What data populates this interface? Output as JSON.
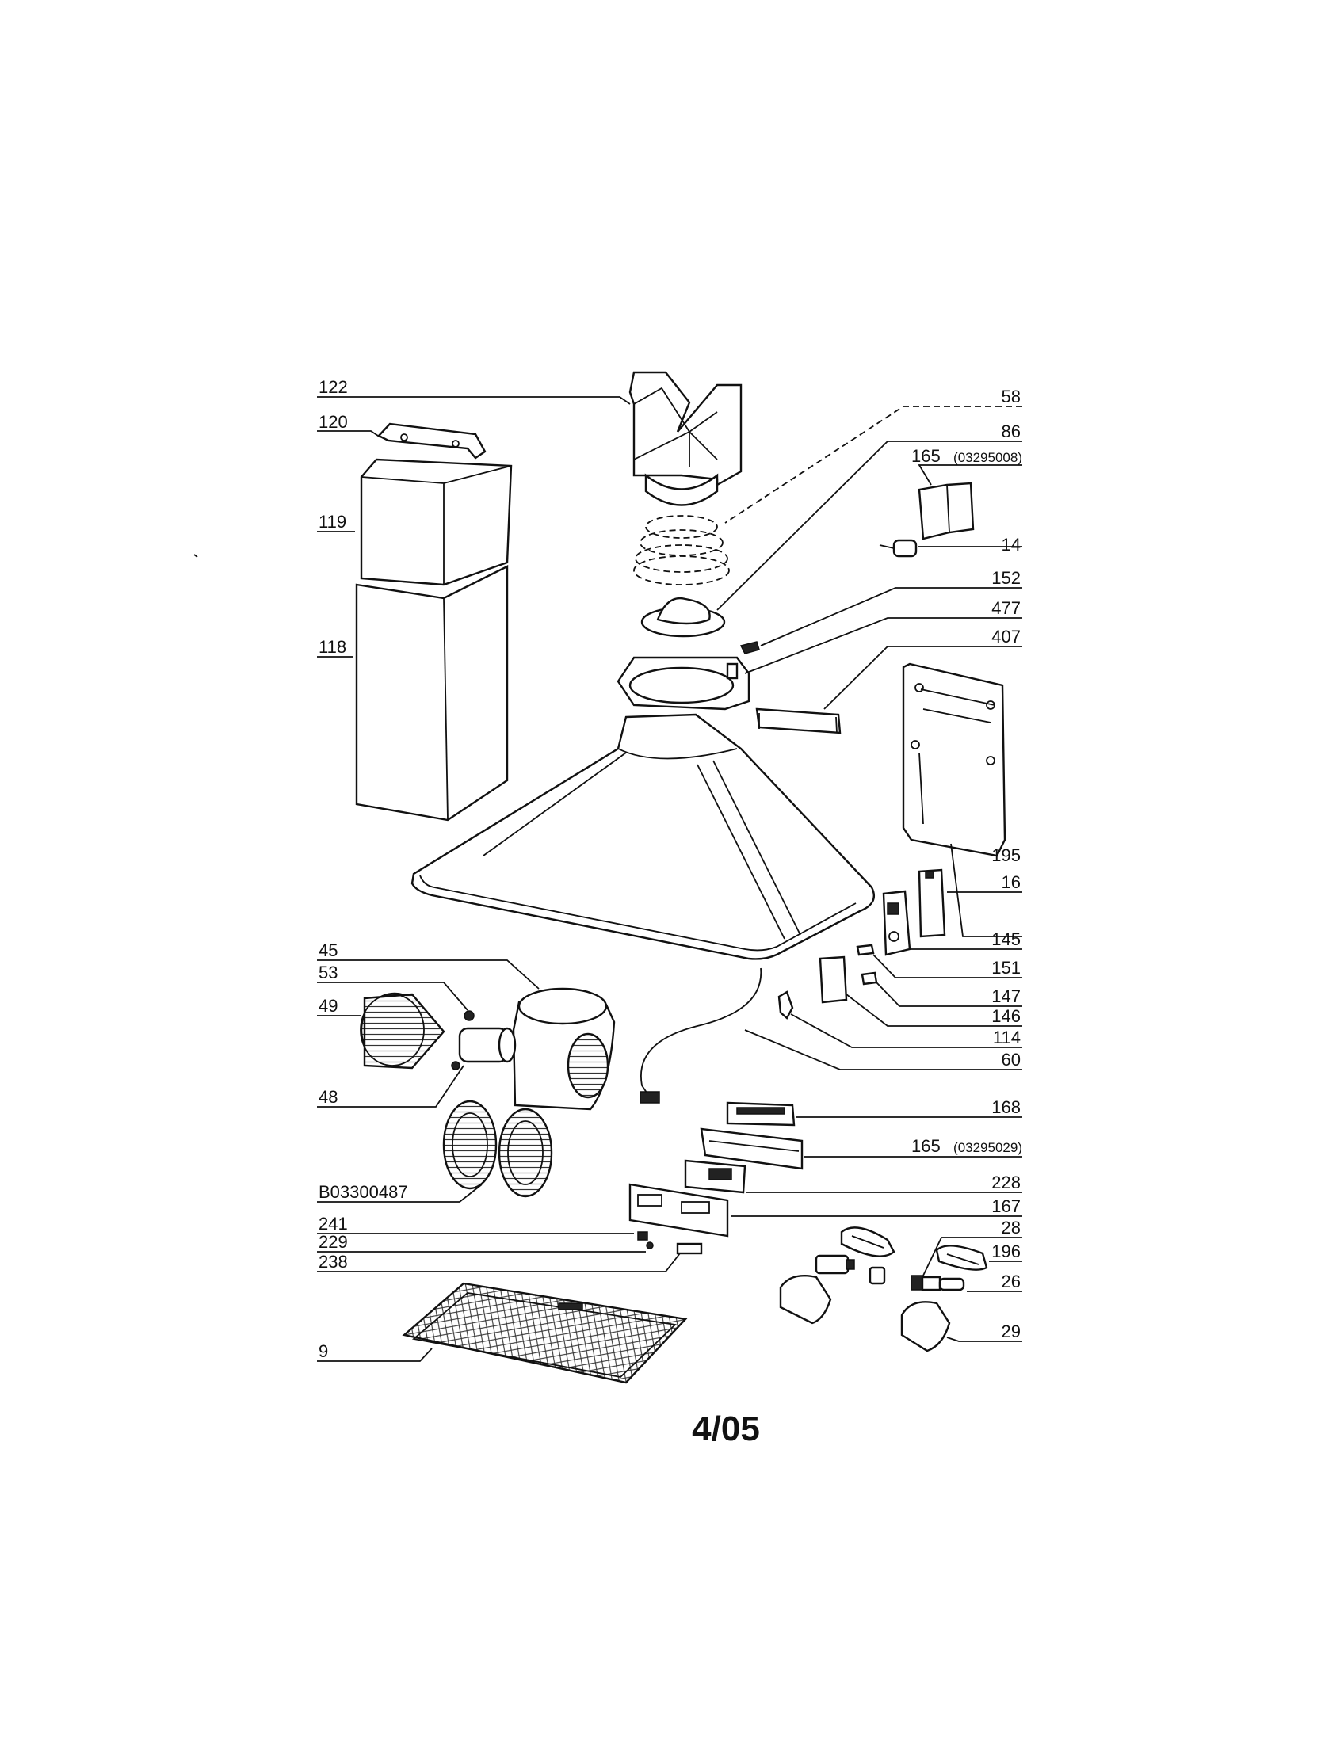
{
  "page": {
    "footer_code": "4/05"
  },
  "callouts": {
    "c122": "122",
    "c120": "120",
    "c119": "119",
    "c118": "118",
    "c58": "58",
    "c86": "86",
    "c165a": "165",
    "c165a_code": "(03295008)",
    "c14": "14",
    "c152": "152",
    "c477": "477",
    "c407": "407",
    "c195": "195",
    "c16": "16",
    "c145": "145",
    "c151": "151",
    "c147": "147",
    "c146": "146",
    "c114": "114",
    "c60": "60",
    "c45": "45",
    "c53": "53",
    "c49": "49",
    "c48": "48",
    "c168": "168",
    "c165b": "165",
    "c165b_code": "(03295029)",
    "c228": "228",
    "cB03300487": "B03300487",
    "c167": "167",
    "c241": "241",
    "c229": "229",
    "c238": "238",
    "c28": "28",
    "c196": "196",
    "c26": "26",
    "c29": "29",
    "c9": "9"
  }
}
